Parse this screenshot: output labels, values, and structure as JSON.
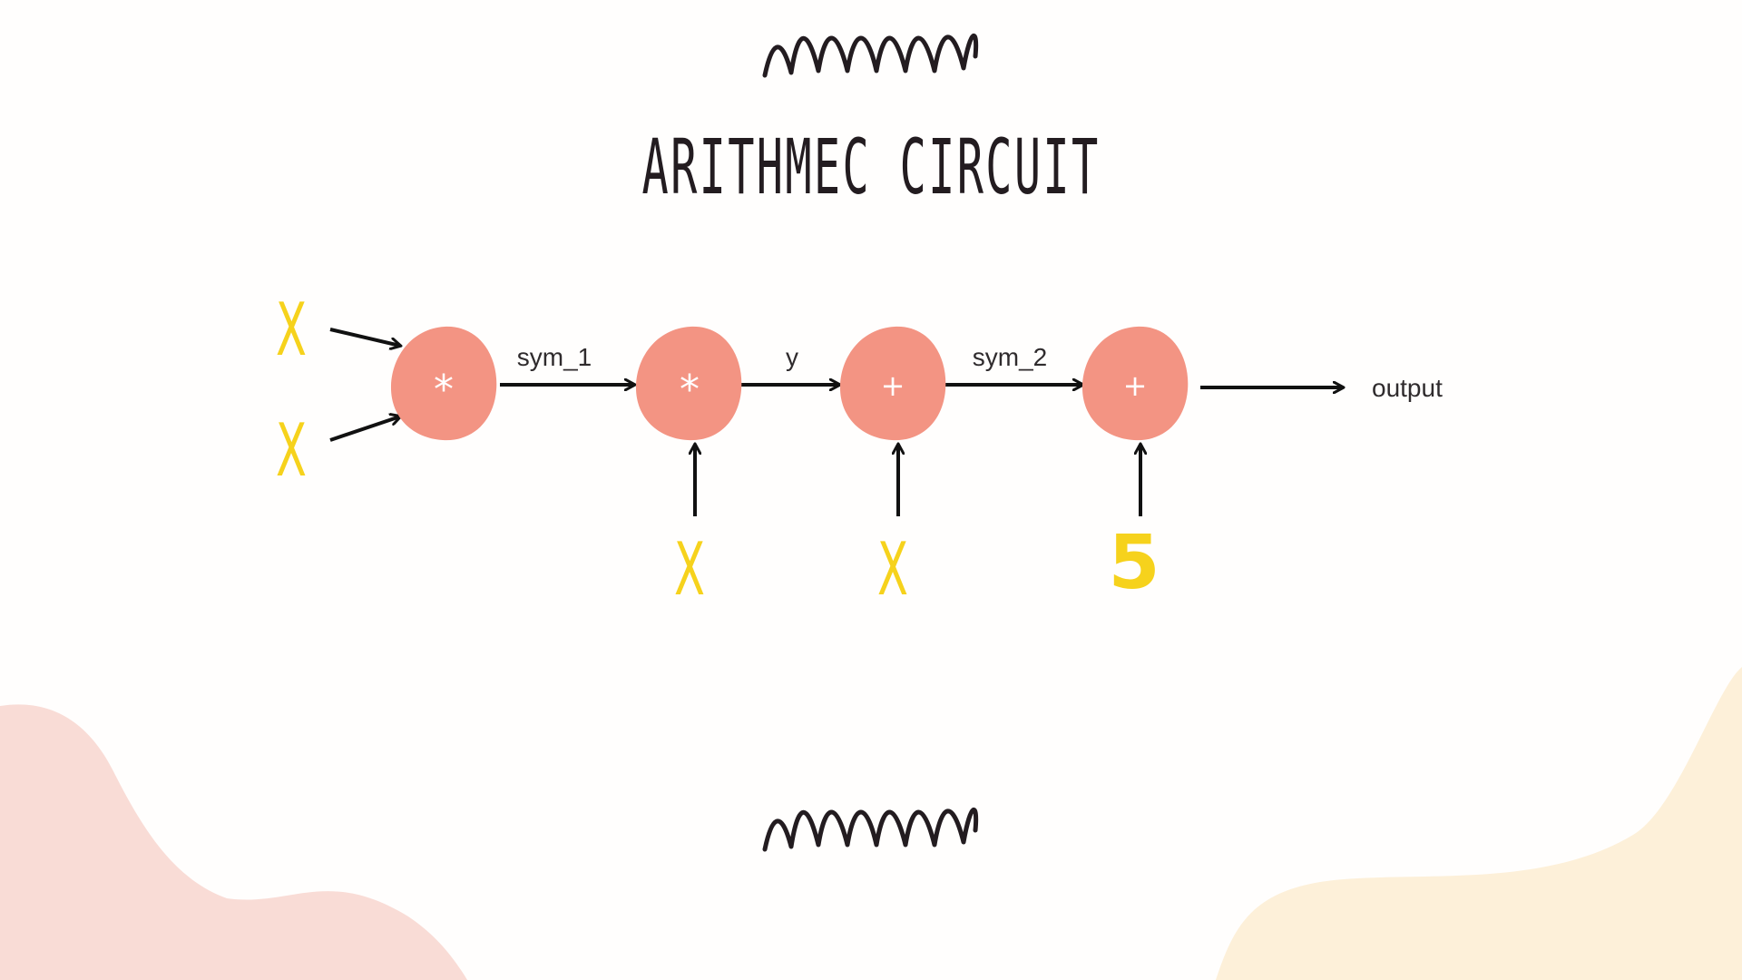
{
  "title": "ARITHMEC CIRCUIT",
  "colors": {
    "node_fill": "#f39483",
    "input_color": "#f6d21c",
    "line_color": "#111111",
    "text_color": "#2f2b2d",
    "blob_pink": "#f9dcd6",
    "blob_cream": "#fdf0d9"
  },
  "nodes": [
    {
      "id": "gate-1",
      "op": "*"
    },
    {
      "id": "gate-2",
      "op": "*"
    },
    {
      "id": "gate-3",
      "op": "+"
    },
    {
      "id": "gate-4",
      "op": "+"
    }
  ],
  "inputs": [
    {
      "label": "X",
      "target": "gate-1"
    },
    {
      "label": "X",
      "target": "gate-1"
    },
    {
      "label": "X",
      "target": "gate-2"
    },
    {
      "label": "X",
      "target": "gate-3"
    },
    {
      "label": "5",
      "target": "gate-4"
    }
  ],
  "edges": [
    {
      "label": "sym_1",
      "from": "gate-1",
      "to": "gate-2"
    },
    {
      "label": "y",
      "from": "gate-2",
      "to": "gate-3"
    },
    {
      "label": "sym_2",
      "from": "gate-3",
      "to": "gate-4"
    }
  ],
  "output": {
    "label": "output",
    "from": "gate-4"
  },
  "decorations": {
    "top": "zigzag-squiggle",
    "bottom": "zigzag-squiggle"
  }
}
